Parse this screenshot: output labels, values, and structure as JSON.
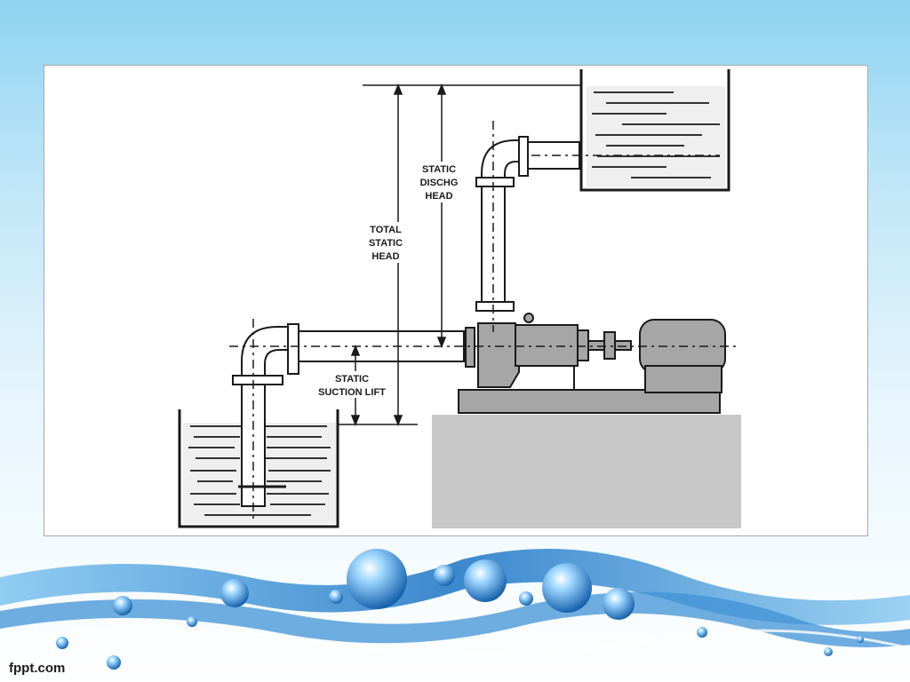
{
  "slide": {
    "brand": "fppt.com"
  },
  "diagram": {
    "labels": {
      "static_disch_head": [
        "STATIC",
        "DISCHG",
        "HEAD"
      ],
      "total_static_head": [
        "TOTAL",
        "STATIC",
        "HEAD"
      ],
      "static_suction_lift": [
        "STATIC",
        "SUCTION LIFT"
      ]
    },
    "colors": {
      "line": "#1a1a1a",
      "machine_fill": "#a6a6a6",
      "pedestal_fill": "#c8c8c8",
      "water_line": "#333333",
      "background_sky": "#8fd3f2",
      "wave_blue": "#1b74c5"
    }
  }
}
